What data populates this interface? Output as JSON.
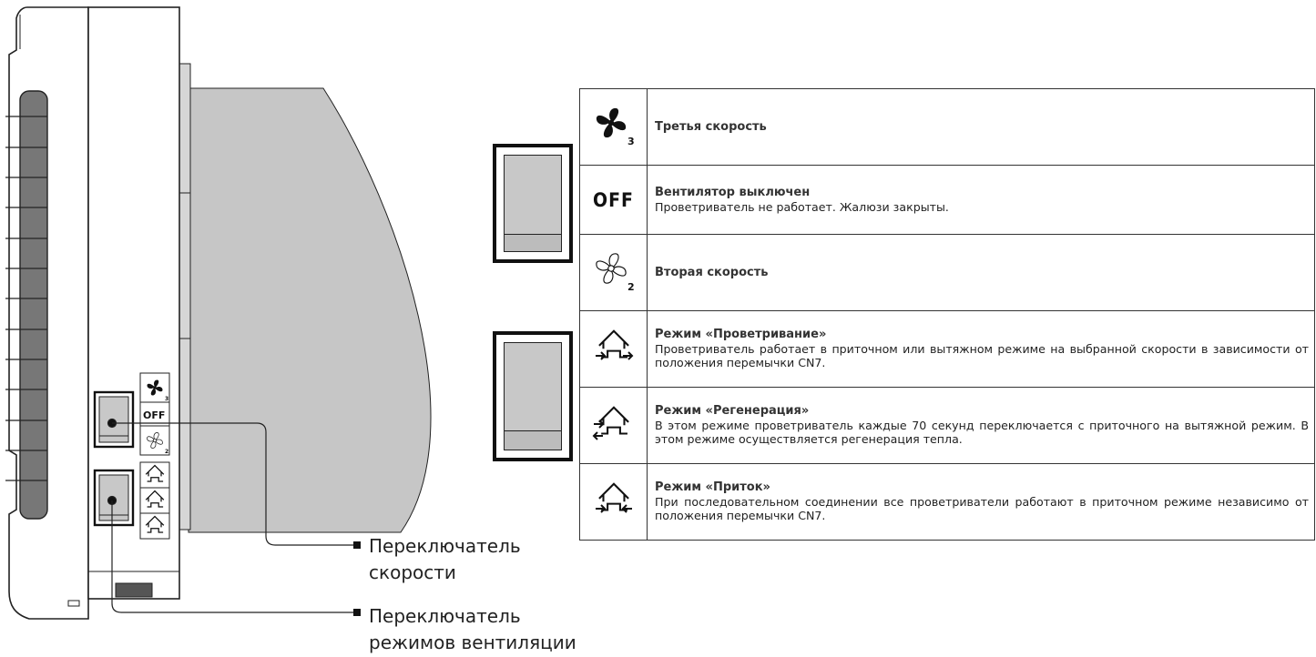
{
  "device": {
    "mini_icons": {
      "off": "OFF"
    }
  },
  "callouts": {
    "speed_switch": [
      "Переключатель",
      "скорости"
    ],
    "mode_switch": [
      "Переключатель",
      "режимов вентиляции"
    ]
  },
  "table": {
    "rows": [
      {
        "icon": "fan-speed-3-icon",
        "subscript": "3",
        "title": "Третья скорость",
        "desc": ""
      },
      {
        "icon": "off-icon",
        "glyph": "OFF",
        "title": "Вентилятор выключен",
        "desc": "Проветриватель не работает. Жалюзи закрыты."
      },
      {
        "icon": "fan-speed-2-icon",
        "subscript": "2",
        "title": "Вторая скорость",
        "desc": ""
      },
      {
        "icon": "ventilation-mode-icon",
        "title": "Режим «Проветривание»",
        "desc": "Проветриватель работает в приточном или вытяжном режиме на выбранной скорости в зависимости от положения перемычки CN7."
      },
      {
        "icon": "regeneration-mode-icon",
        "title": "Режим «Регенерация»",
        "desc": "В этом режиме проветриватель каждые 70 секунд переключается с приточного на вытяжной режим. В этом режиме осуществляется регенерация тепла."
      },
      {
        "icon": "supply-mode-icon",
        "title": "Режим «Приток»",
        "desc": "При последовательном соединении все проветриватели работают в приточном режиме независимо от положения перемычки CN7."
      }
    ]
  }
}
